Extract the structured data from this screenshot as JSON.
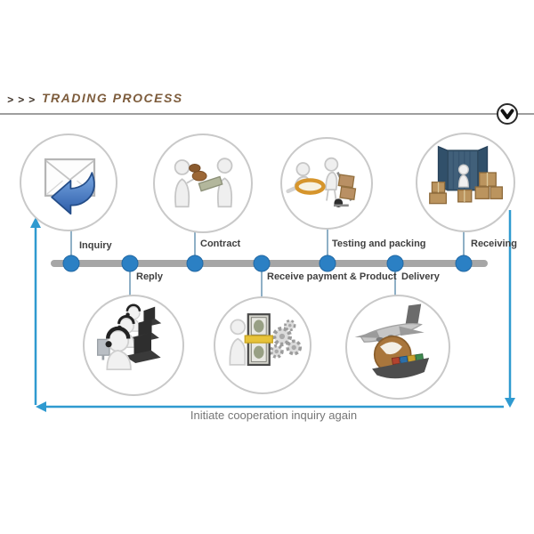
{
  "header": {
    "chevrons": ">>>",
    "title": "TRADING PROCESS",
    "scroll_icon": "chevron-down-circle-icon"
  },
  "colors": {
    "accent_blue": "#2f9ad0",
    "dot_blue": "#2b80c4",
    "bar_gray": "#a6a6a6",
    "connector_blue_gray": "#8fb0c6",
    "circle_border_gray": "#c9c9c9",
    "title_brown": "#7d5c3c",
    "label_dark": "#3f3f3f",
    "caption_gray": "#767676"
  },
  "process": {
    "stages": [
      {
        "label": "Inquiry",
        "row": "top",
        "icon": "reply-mail-icon"
      },
      {
        "label": "Reply",
        "row": "bottom",
        "icon": "support-team-icon"
      },
      {
        "label": "Contract",
        "row": "top",
        "icon": "barter-figures-icon"
      },
      {
        "label": "Receive payment & Product",
        "row": "bottom",
        "icon": "money-gears-icon"
      },
      {
        "label": "Testing and packing",
        "row": "top",
        "icon": "inspection-handtruck-icon"
      },
      {
        "label": "Delivery",
        "row": "bottom",
        "icon": "global-shipping-icon"
      },
      {
        "label": "Receiving",
        "row": "top",
        "icon": "container-unloading-icon"
      }
    ],
    "loop_caption": "Initiate cooperation inquiry again"
  }
}
